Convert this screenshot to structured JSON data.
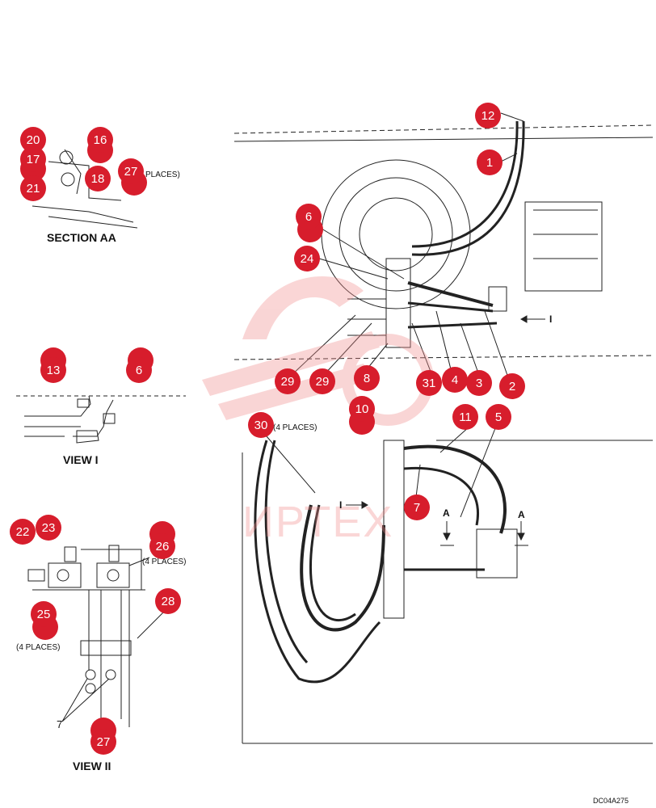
{
  "colors": {
    "callout": "#d71d2c",
    "line": "#222222",
    "watermark": "#f08a8a"
  },
  "titles": {
    "section_aa": "SECTION AA",
    "view_i": "VIEW I",
    "view_ii": "VIEW II"
  },
  "notes": {
    "places_section": "PLACES)",
    "places_30": "(4 PLACES)",
    "places_26": "(4 PLACES)",
    "places_25": "(4 PLACES)",
    "marker_i_top": "I",
    "marker_i_mid": "I",
    "marker_a_left": "A",
    "marker_a_right": "A",
    "item_7_leader": "7",
    "drawing_code": "DC04A275",
    "watermark_text": "ИРТЕХ"
  },
  "callouts": [
    {
      "id": "c20",
      "text": "20"
    },
    {
      "id": "c16",
      "text": "16"
    },
    {
      "id": "c17",
      "text": "17"
    },
    {
      "id": "c18",
      "text": "18"
    },
    {
      "id": "c21",
      "text": "21"
    },
    {
      "id": "c27a",
      "text": "27"
    },
    {
      "id": "c13",
      "text": "13"
    },
    {
      "id": "c6a",
      "text": "6"
    },
    {
      "id": "c22",
      "text": "22"
    },
    {
      "id": "c23",
      "text": "23"
    },
    {
      "id": "c26",
      "text": "26"
    },
    {
      "id": "c25",
      "text": "25"
    },
    {
      "id": "c28",
      "text": "28"
    },
    {
      "id": "c27b",
      "text": "27"
    },
    {
      "id": "c12",
      "text": "12"
    },
    {
      "id": "c1",
      "text": "1"
    },
    {
      "id": "c6b",
      "text": "6"
    },
    {
      "id": "c24",
      "text": "24"
    },
    {
      "id": "c29a",
      "text": "29"
    },
    {
      "id": "c29b",
      "text": "29"
    },
    {
      "id": "c8",
      "text": "8"
    },
    {
      "id": "c31",
      "text": "31"
    },
    {
      "id": "c4",
      "text": "4"
    },
    {
      "id": "c3",
      "text": "3"
    },
    {
      "id": "c2",
      "text": "2"
    },
    {
      "id": "c10",
      "text": "10"
    },
    {
      "id": "c11",
      "text": "11"
    },
    {
      "id": "c5",
      "text": "5"
    },
    {
      "id": "c30",
      "text": "30"
    },
    {
      "id": "c7",
      "text": "7"
    }
  ]
}
